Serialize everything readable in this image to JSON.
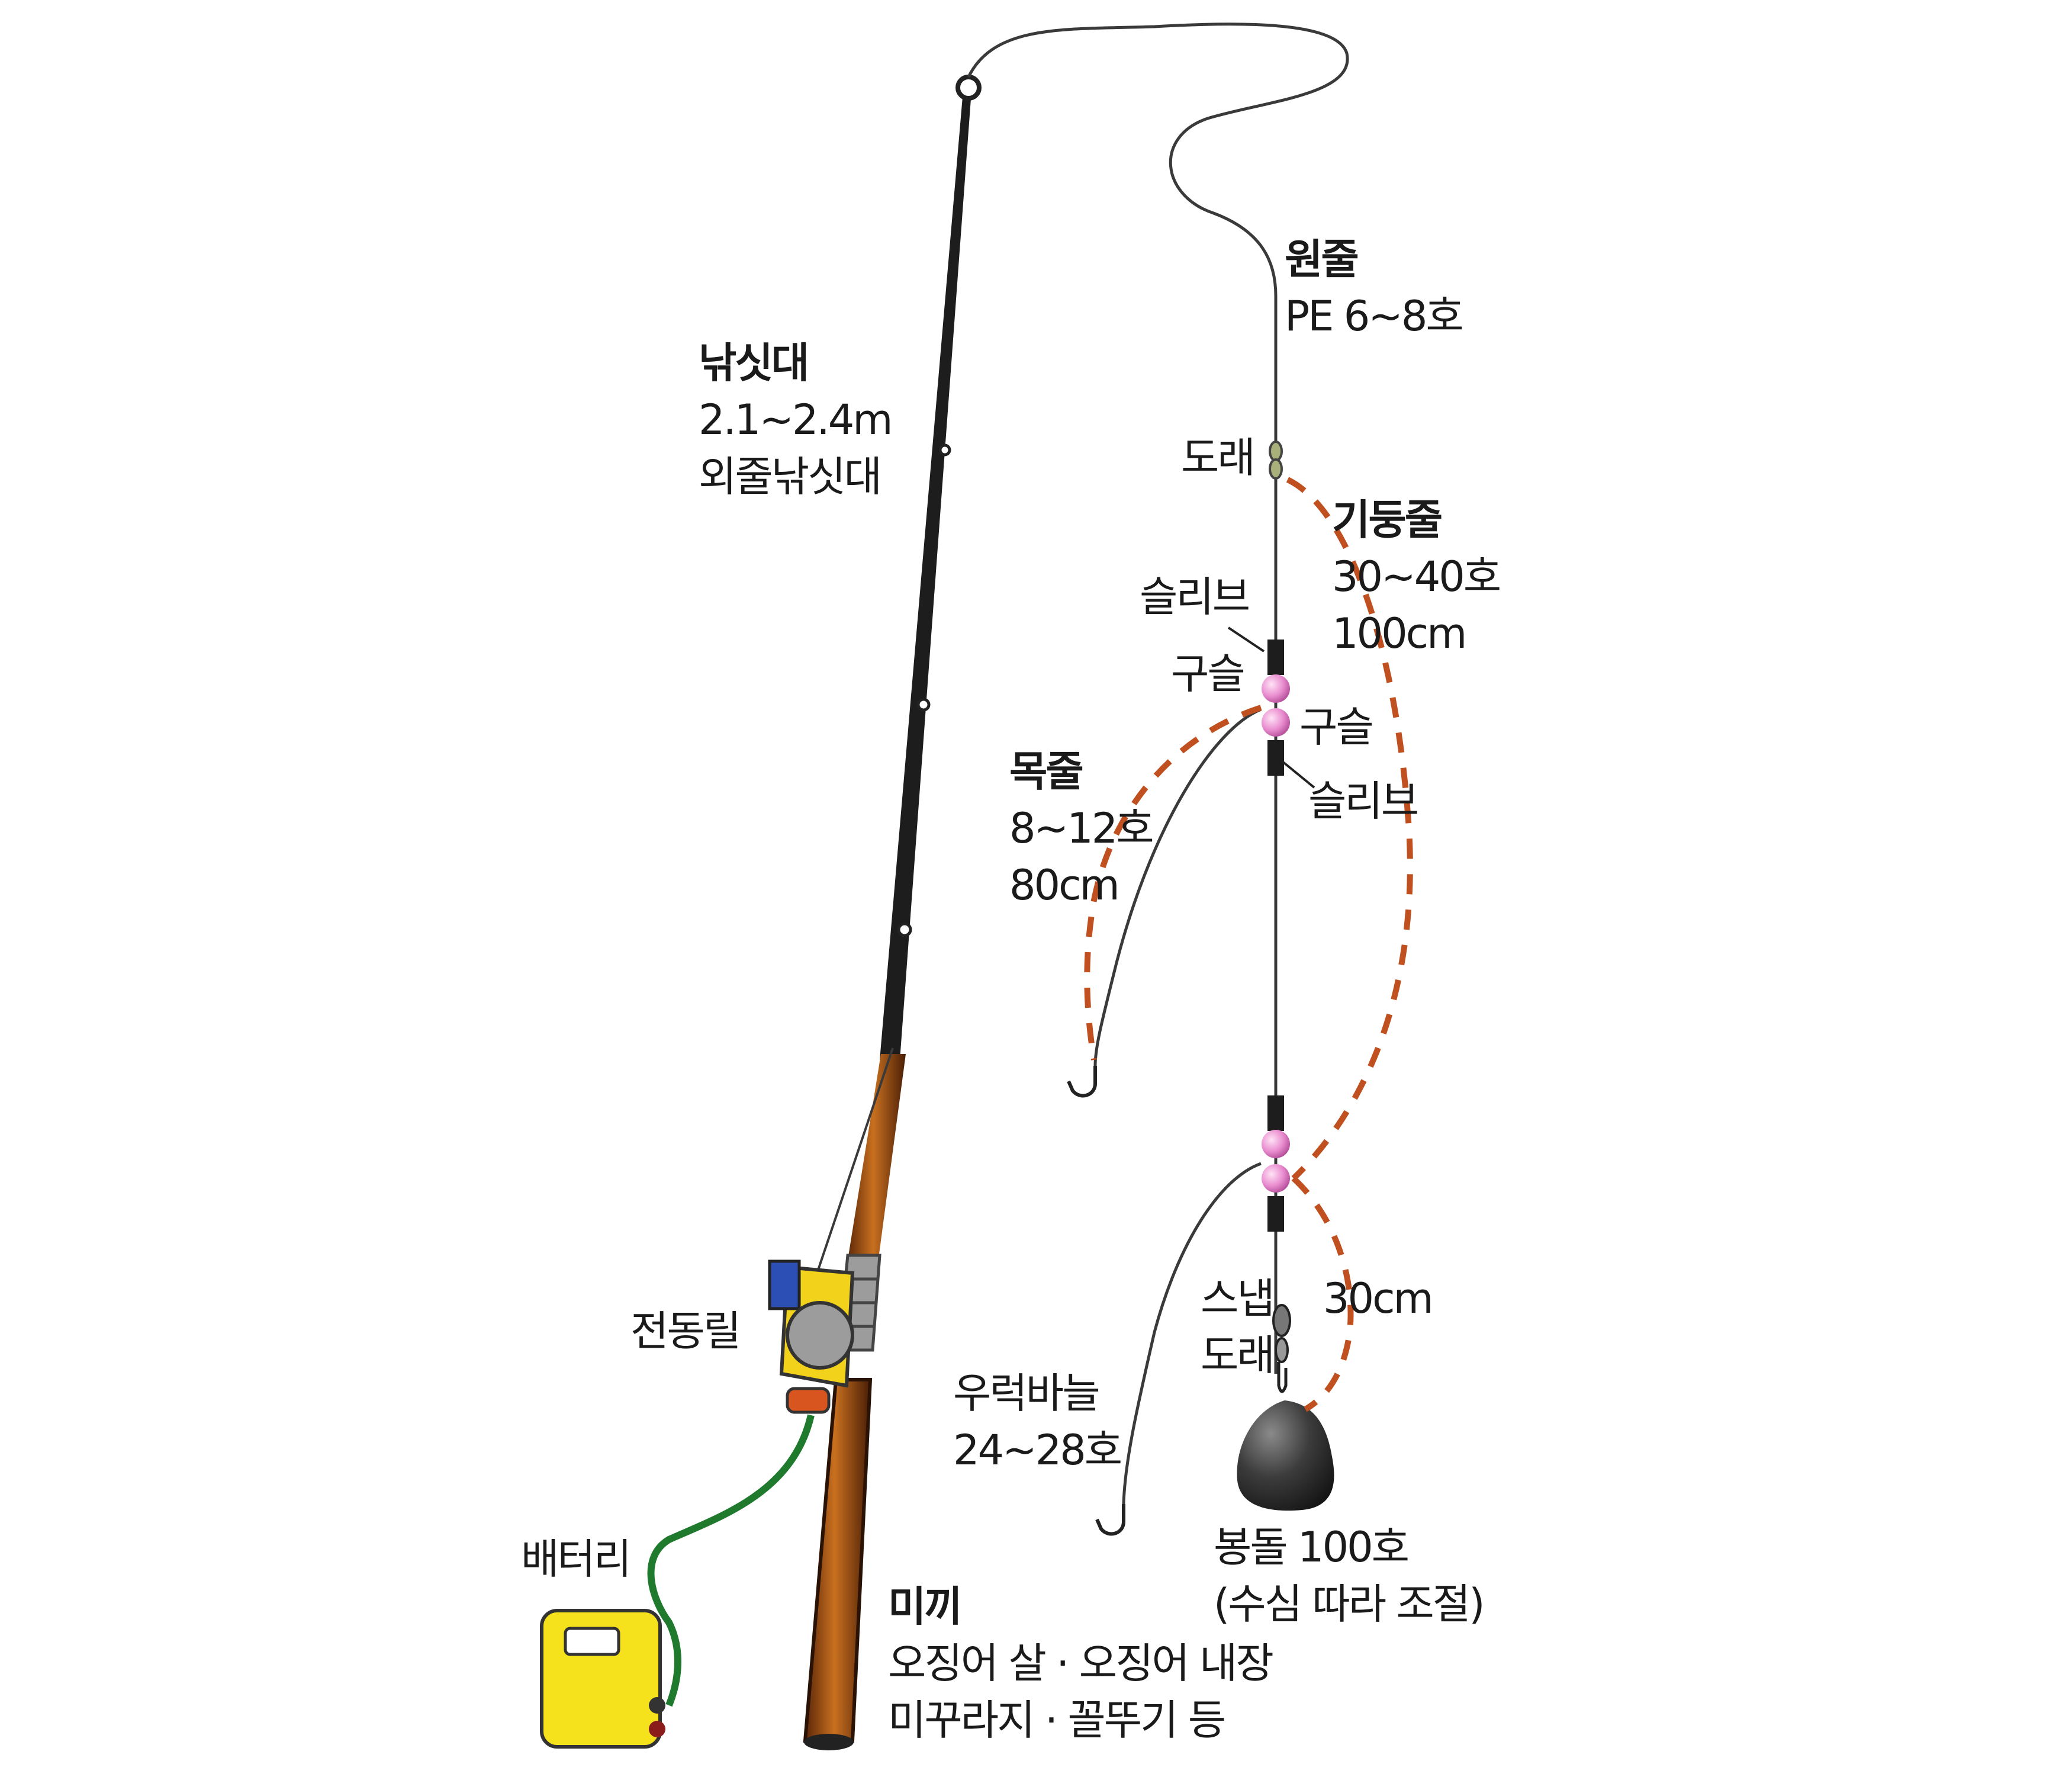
{
  "labels": {
    "rod": {
      "title": "낚싯대",
      "lines": [
        "2.1~2.4m",
        "외줄낚싯대"
      ]
    },
    "main_line": {
      "title": "원줄",
      "lines": [
        "PE 6~8호"
      ]
    },
    "swivel_top": "도래",
    "trunk_line": {
      "title": "기둥줄",
      "lines": [
        "30~40호",
        "100cm"
      ]
    },
    "sleeve_top": "슬리브",
    "bead_left": "구슬",
    "bead_right": "구슬",
    "sleeve_right": "슬리브",
    "branch_line": {
      "title": "목줄",
      "lines": [
        "8~12호",
        "80cm"
      ]
    },
    "electric_reel": "전동릴",
    "snap_swivel": [
      "스냅",
      "도래"
    ],
    "sinker_gap": "30cm",
    "hook": [
      "우럭바늘",
      "24~28호"
    ],
    "battery": "배터리",
    "sinker": [
      "봉돌 100호",
      "(수심 따라 조절)"
    ],
    "bait": {
      "title": "미끼",
      "lines": [
        "오징어 살 · 오징어 내장",
        "미꾸라지 · 꼴뚜기 등"
      ]
    }
  },
  "colors": {
    "line": "#3a3a3a",
    "dashed_guide": "#c0501f",
    "rod_handle": "#8a3f12",
    "bead": "#e98ccf",
    "reel": "#f2d21a",
    "reel_blue": "#2c4fb5",
    "battery": "#f5e21c",
    "cable": "#1f7a2e",
    "sinker": "#3c3c3c"
  }
}
